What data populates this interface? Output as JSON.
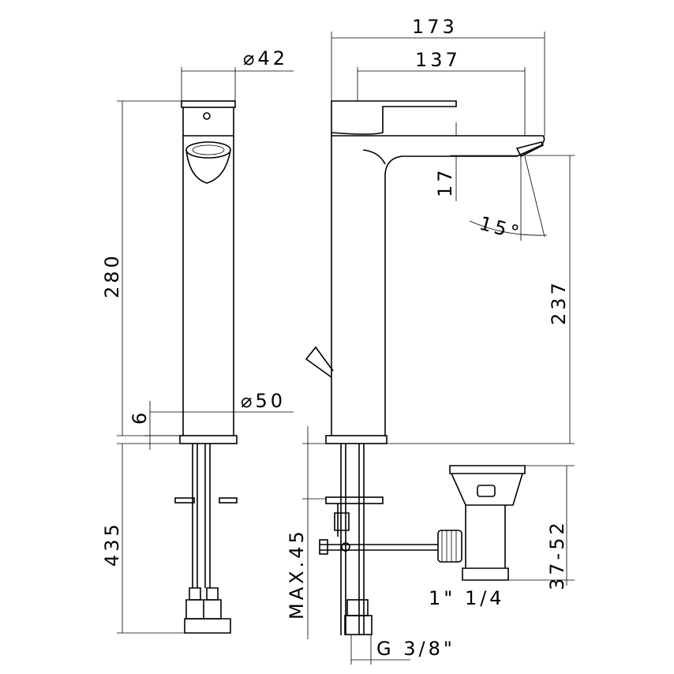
{
  "dimensions": {
    "top_diameter": "⌀42",
    "base_diameter": "⌀50",
    "total_width": "173",
    "spout_reach": "137",
    "spout_height_offset": "17",
    "spout_angle": "15°",
    "total_height": "280",
    "spout_clearance": "237",
    "base_thickness": "6",
    "supply_hose_length": "435",
    "max_deck_thickness": "MAX.45",
    "waste_range": "37-52",
    "waste_size": "1\" 1/4",
    "connection_thread": "G 3/8\""
  }
}
